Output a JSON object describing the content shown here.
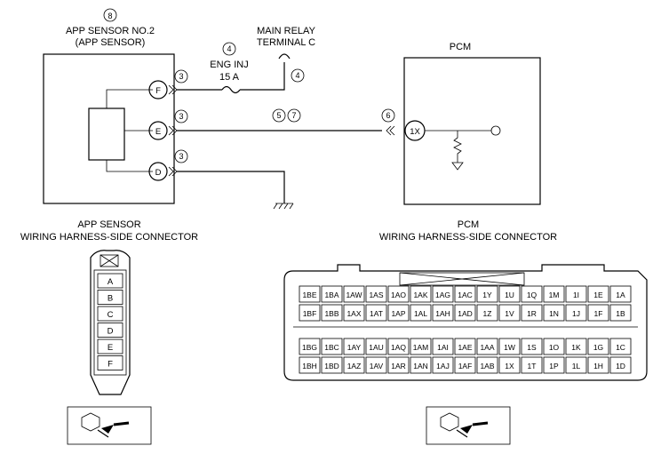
{
  "labels": {
    "app_sensor_num": "8",
    "app_sensor_title_1": "APP SENSOR NO.2",
    "app_sensor_title_2": "(APP SENSOR)",
    "fuse_num": "4",
    "fuse_name": "ENG INJ",
    "fuse_rating": "15 A",
    "main_relay_1": "MAIN RELAY",
    "main_relay_2": "TERMINAL C",
    "main_relay_num": "4",
    "pcm_title": "PCM",
    "wire_f_num": "3",
    "wire_e_num": "3",
    "wire_d_num": "3",
    "wire_e_mid_a": "5",
    "wire_e_mid_b": "7",
    "pcm_in_num": "6",
    "pin_f": "F",
    "pin_e": "E",
    "pin_d": "D",
    "pin_1x": "1X",
    "app_conn_title_1": "APP SENSOR",
    "app_conn_title_2": "WIRING HARNESS-SIDE CONNECTOR",
    "pcm_conn_title_1": "PCM",
    "pcm_conn_title_2": "WIRING HARNESS-SIDE CONNECTOR"
  },
  "app_connector_pins": [
    "A",
    "B",
    "C",
    "D",
    "E",
    "F"
  ],
  "pcm_connector": {
    "top_rows": [
      [
        "1BE",
        "1BA",
        "1AW",
        "1AS",
        "1AO",
        "1AK",
        "1AG",
        "1AC",
        "1Y",
        "1U",
        "1Q",
        "1M",
        "1I",
        "1E",
        "1A"
      ],
      [
        "1BF",
        "1BB",
        "1AX",
        "1AT",
        "1AP",
        "1AL",
        "1AH",
        "1AD",
        "1Z",
        "1V",
        "1R",
        "1N",
        "1J",
        "1F",
        "1B"
      ]
    ],
    "bottom_rows": [
      [
        "1BG",
        "1BC",
        "1AY",
        "1AU",
        "1AQ",
        "1AM",
        "1AI",
        "1AE",
        "1AA",
        "1W",
        "1S",
        "1O",
        "1K",
        "1G",
        "1C"
      ],
      [
        "1BH",
        "1BD",
        "1AZ",
        "1AV",
        "1AR",
        "1AN",
        "1AJ",
        "1AF",
        "1AB",
        "1X",
        "1T",
        "1P",
        "1L",
        "1H",
        "1D"
      ]
    ]
  }
}
